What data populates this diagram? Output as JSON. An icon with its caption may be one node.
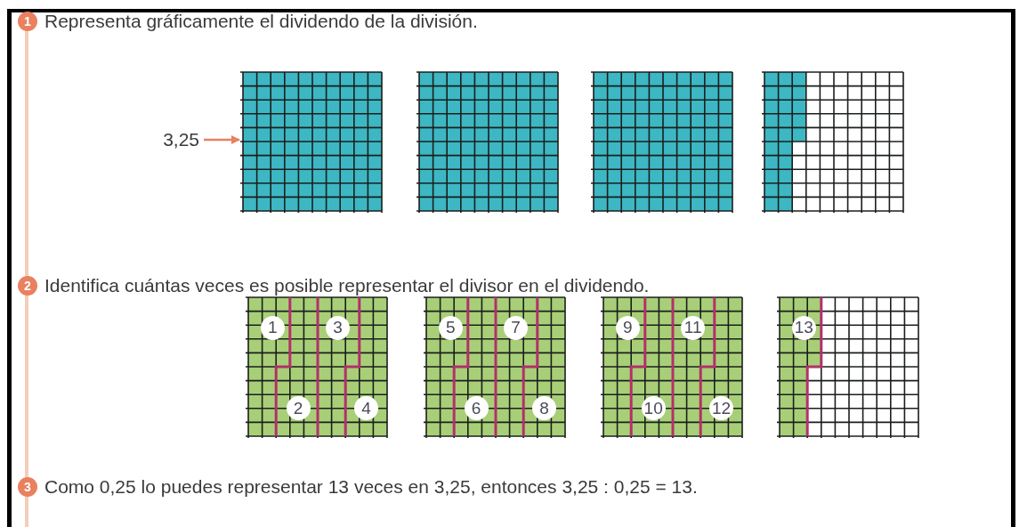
{
  "diagram": {
    "nodes": [
      {
        "text": [
          "3,25"
        ]
      },
      {
        "text": [],
        "shape": "grid"
      }
    ],
    "edges": [
      {
        "from": 0,
        "to": 1,
        "arrow": "to"
      }
    ],
    "labels": [
      "1",
      "Representa gráficamente el dividendo de la división.",
      "2",
      "Identifica cuántas veces es posible representar el divisor en el dividendo.",
      "1",
      "2",
      "3",
      "4",
      "5",
      "6",
      "7",
      "8",
      "9",
      "10",
      "11",
      "12",
      "13",
      "3",
      "Como 0,25 lo puedes representar 13 veces en 3,25, entonces 3,25 : 0,25 = 13."
    ]
  }
}
